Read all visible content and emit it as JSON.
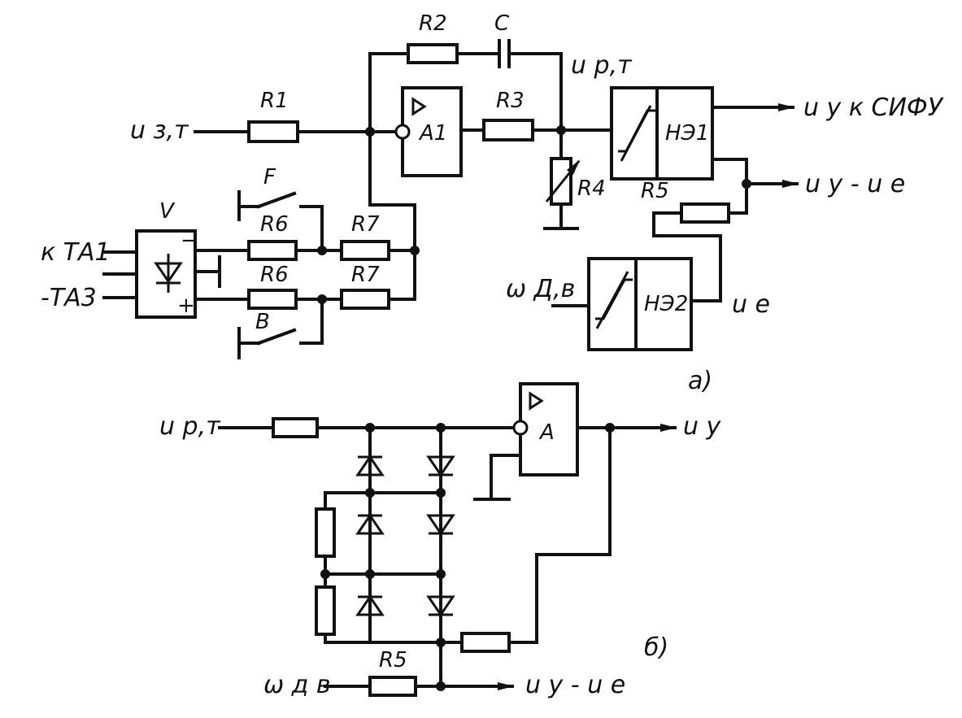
{
  "labels": {
    "r1": "R1",
    "r2": "R2",
    "c": "C",
    "r3": "R3",
    "r4": "R4",
    "r5": "R5",
    "r6_top": "R6",
    "r6_bot": "R6",
    "r7_top": "R7",
    "r7_bot": "R7",
    "a1": "A1",
    "ne1": "НЭ1",
    "ne2": "НЭ2",
    "v": "V",
    "f": "F",
    "b": "B",
    "minus": "−",
    "plus": "+",
    "a": "A",
    "r5b": "R5"
  },
  "signals": {
    "u_zt": "u з,т",
    "u_rt": "u р,т",
    "u_y_sifu": "u у к СИФУ",
    "u_y_minus_ue": "u у - u е",
    "u_e": "u е",
    "omega_dv": "ω Д,в",
    "kta1": "к ТА1",
    "ta3": "-ТА3",
    "u_rt_b": "u р,т",
    "u_y_b": "u у",
    "omega_dv_b": "ω д в",
    "u_y_minus_ue_b": "u у - u е"
  },
  "panels": {
    "a": "а)",
    "b": "б)"
  }
}
